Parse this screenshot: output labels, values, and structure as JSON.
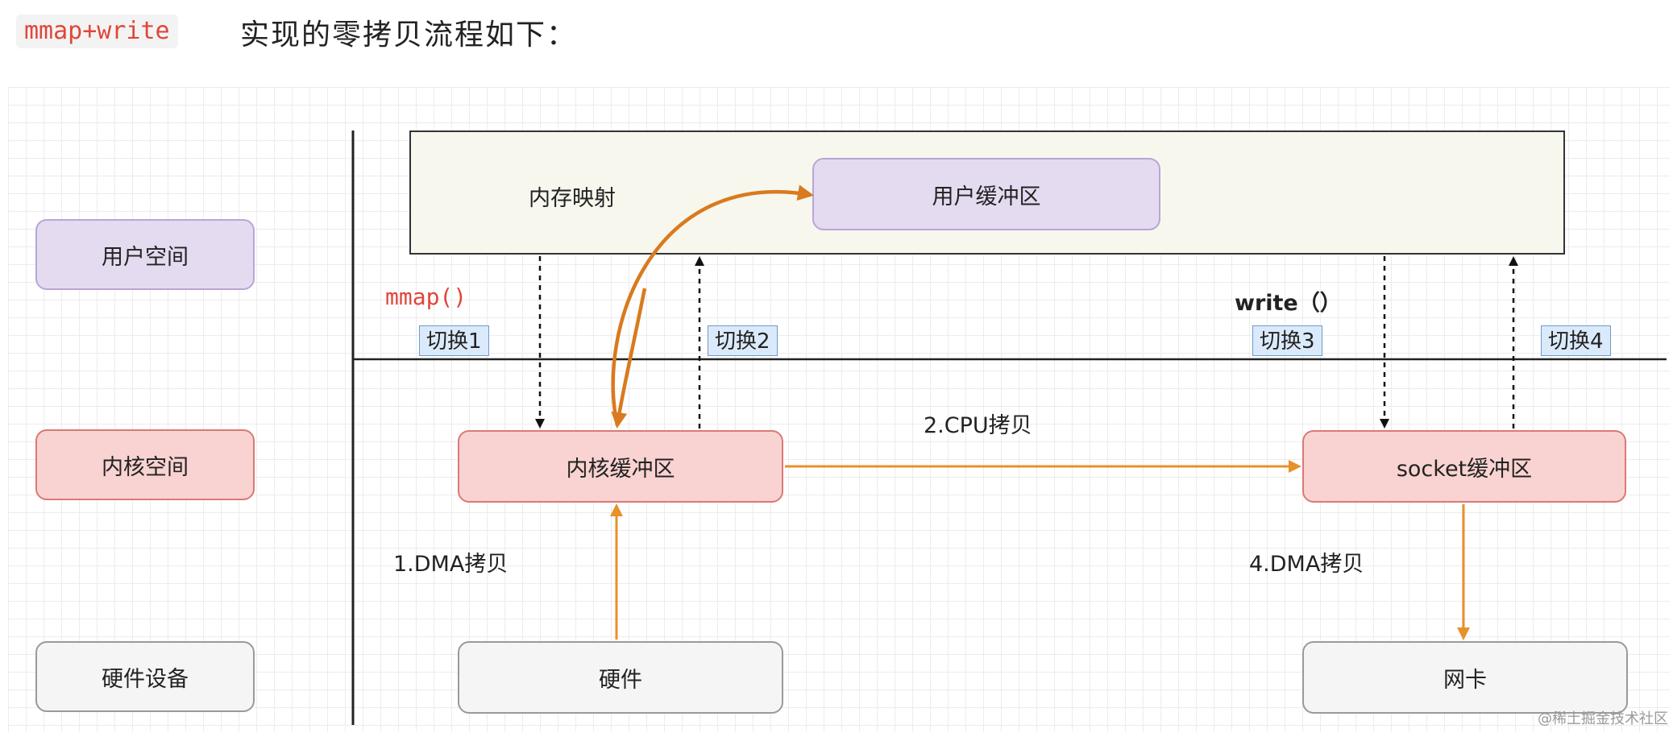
{
  "header": {
    "code": "mmap+write",
    "text": "实现的零拷贝流程如下："
  },
  "rows": {
    "user_space": "用户空间",
    "kernel_space": "内核空间",
    "hardware_device": "硬件设备"
  },
  "nodes": {
    "memory_map": "内存映射",
    "user_buffer": "用户缓冲区",
    "kernel_buffer": "内核缓冲区",
    "socket_buffer": "socket缓冲区",
    "hardware": "硬件",
    "nic": "网卡"
  },
  "calls": {
    "mmap": "mmap()",
    "write": "write（）"
  },
  "switches": [
    "切换1",
    "切换2",
    "切换3",
    "切换4"
  ],
  "steps": {
    "dma1": "1.DMA拷贝",
    "cpu": "2.CPU拷贝",
    "dma4": "4.DMA拷贝"
  },
  "colors": {
    "orange": "#e7912b",
    "dark_orange": "#d97a1e",
    "user_purple": "#e4dbf0",
    "kernel_red": "#f9d3d1"
  },
  "watermark": "@稀土掘金技术社区"
}
